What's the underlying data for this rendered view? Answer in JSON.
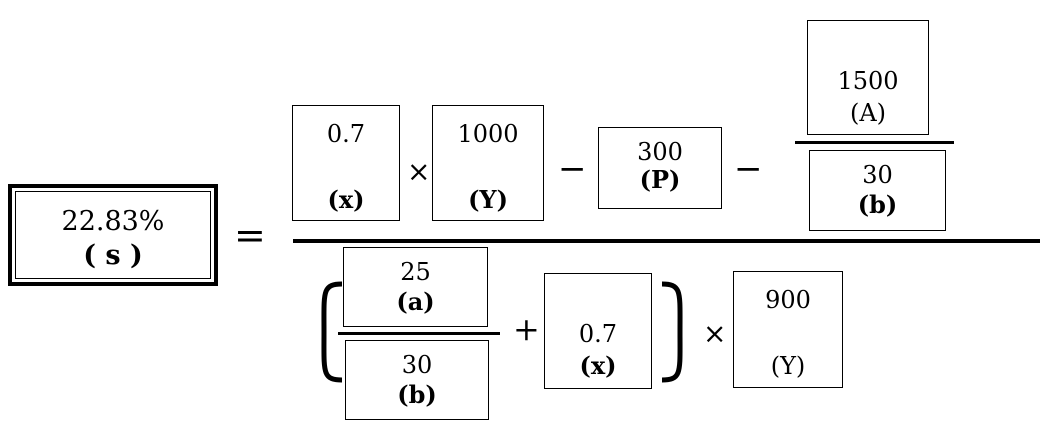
{
  "result": {
    "value": "22.83%",
    "label": "( s )"
  },
  "equals": "=",
  "numerator": {
    "x": {
      "value": "0.7",
      "label": "(x)"
    },
    "times": "×",
    "Y": {
      "value": "1000",
      "label": "(Y)"
    },
    "minus1": "−",
    "P": {
      "value": "300",
      "label": "(P)"
    },
    "minus2": "−",
    "A": {
      "value": "1500",
      "label": "(A)"
    },
    "b": {
      "value": "30",
      "label": "(b)"
    }
  },
  "denominator": {
    "a": {
      "value": "25",
      "label": "(a)"
    },
    "b": {
      "value": "30",
      "label": "(b)"
    },
    "plus": "+",
    "x": {
      "value": "0.7",
      "label": "(x)"
    },
    "times": "×",
    "Y": {
      "value": "900",
      "label": "(Y)"
    }
  }
}
